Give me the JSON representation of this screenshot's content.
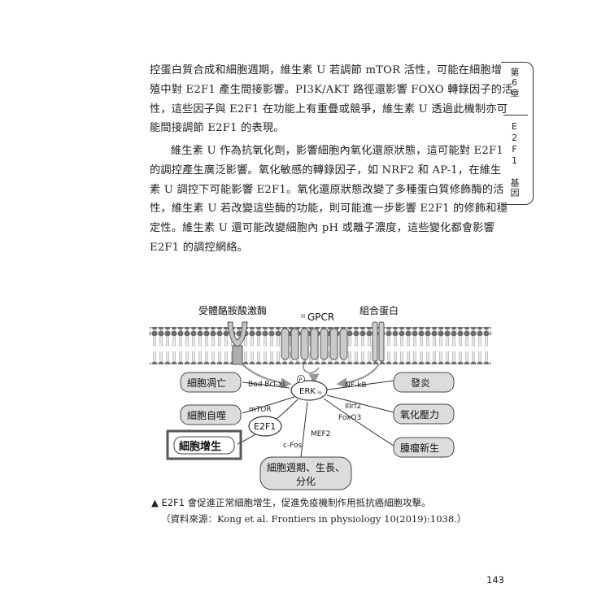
{
  "body": {
    "paragraph1": [
      "控蛋白質合成和細胞週期，維生素 U 若調節 mTOR 活性，可能在細胞增",
      "殖中對 E2F1 產生間接影響。PI3K/AKT 路徑還影響 FOXO 轉錄因子的活",
      "性，這些因子與 E2F1 在功能上有重疊或競爭，維生素 U 透過此機制亦可",
      "能間接調節 E2F1 的表現。"
    ],
    "paragraph2": [
      "維生素 U 作為抗氧化劑，影響細胞內氧化還原狀態，這可能對 E2F1",
      "的調控產生廣泛影響。氧化敏感的轉錄因子，如 NRF2 和 AP-1，在維生",
      "素 U 調控下可能影響 E2F1。氧化還原狀態改變了多種蛋白質修飾酶的活",
      "性，維生素 U 若改變這些酶的功能，則可能進一步影響 E2F1 的修飾和穩",
      "定性。維生素 U 還可能改變細胞內 pH 或離子濃度，這些變化都會影響",
      "E2F1 的調控網絡。"
    ]
  },
  "side_tab": {
    "chapter": "第6章",
    "topic": "E2F1 基因"
  },
  "diagram": {
    "receptors": {
      "rtk": "受體酪胺酸激酶",
      "gpcr": "GPCR",
      "gpcr_terminal": "N",
      "integrin": "組合蛋白"
    },
    "center": {
      "label": "ERK",
      "subscript": "½",
      "phospho": "P"
    },
    "outcomes": {
      "apoptosis": "細胞凋亡",
      "autophagy": "細胞自噬",
      "proliferation": "細胞增生",
      "inflammation": "發炎",
      "oxidative_stress": "氧化壓力",
      "tumorigenesis": "腫瘤新生",
      "cell_cycle_line1": "細胞週期、生長、",
      "cell_cycle_line2": "分化"
    },
    "mediators": {
      "bad_bcl": "Bad Bcl-xL",
      "mtor": "mTOR",
      "e2f1": "E2F1",
      "cfos": "c-Fos",
      "mef2": "MEF2",
      "nfkb": "NF-kB",
      "illrf2": "Illrf2",
      "foxo3": "FoxO3"
    },
    "colors": {
      "membrane": "#6d6d6d",
      "bubble": "#8f8f8f",
      "box_fill": "#dcdcdc",
      "highlight_border": "#555555"
    }
  },
  "caption": {
    "text": "▲ E2F1 會促進正常細胞增生，促進免疫機制作用抵抗癌細胞攻擊。",
    "source": "（資料來源：Kong et al. Frontiers in physiology 10(2019):1038.）"
  },
  "page_number": "143"
}
